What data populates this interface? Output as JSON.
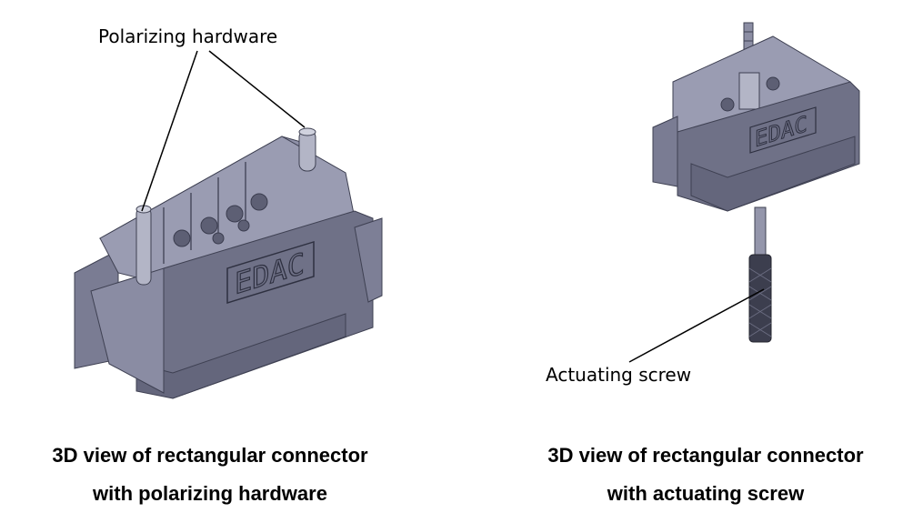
{
  "labels": {
    "polarizing": "Polarizing hardware",
    "actuating": "Actuating screw"
  },
  "captions": {
    "left": [
      "3D view of rectangular connector",
      "with polarizing hardware"
    ],
    "right": [
      "3D view of rectangular connector",
      "with actuating screw"
    ]
  },
  "logo_text": "EDAC",
  "colors": {
    "body_dark": "#6b6d83",
    "body_mid": "#8587a0",
    "body_light": "#a6a8bc",
    "leader_line": "#000000"
  }
}
